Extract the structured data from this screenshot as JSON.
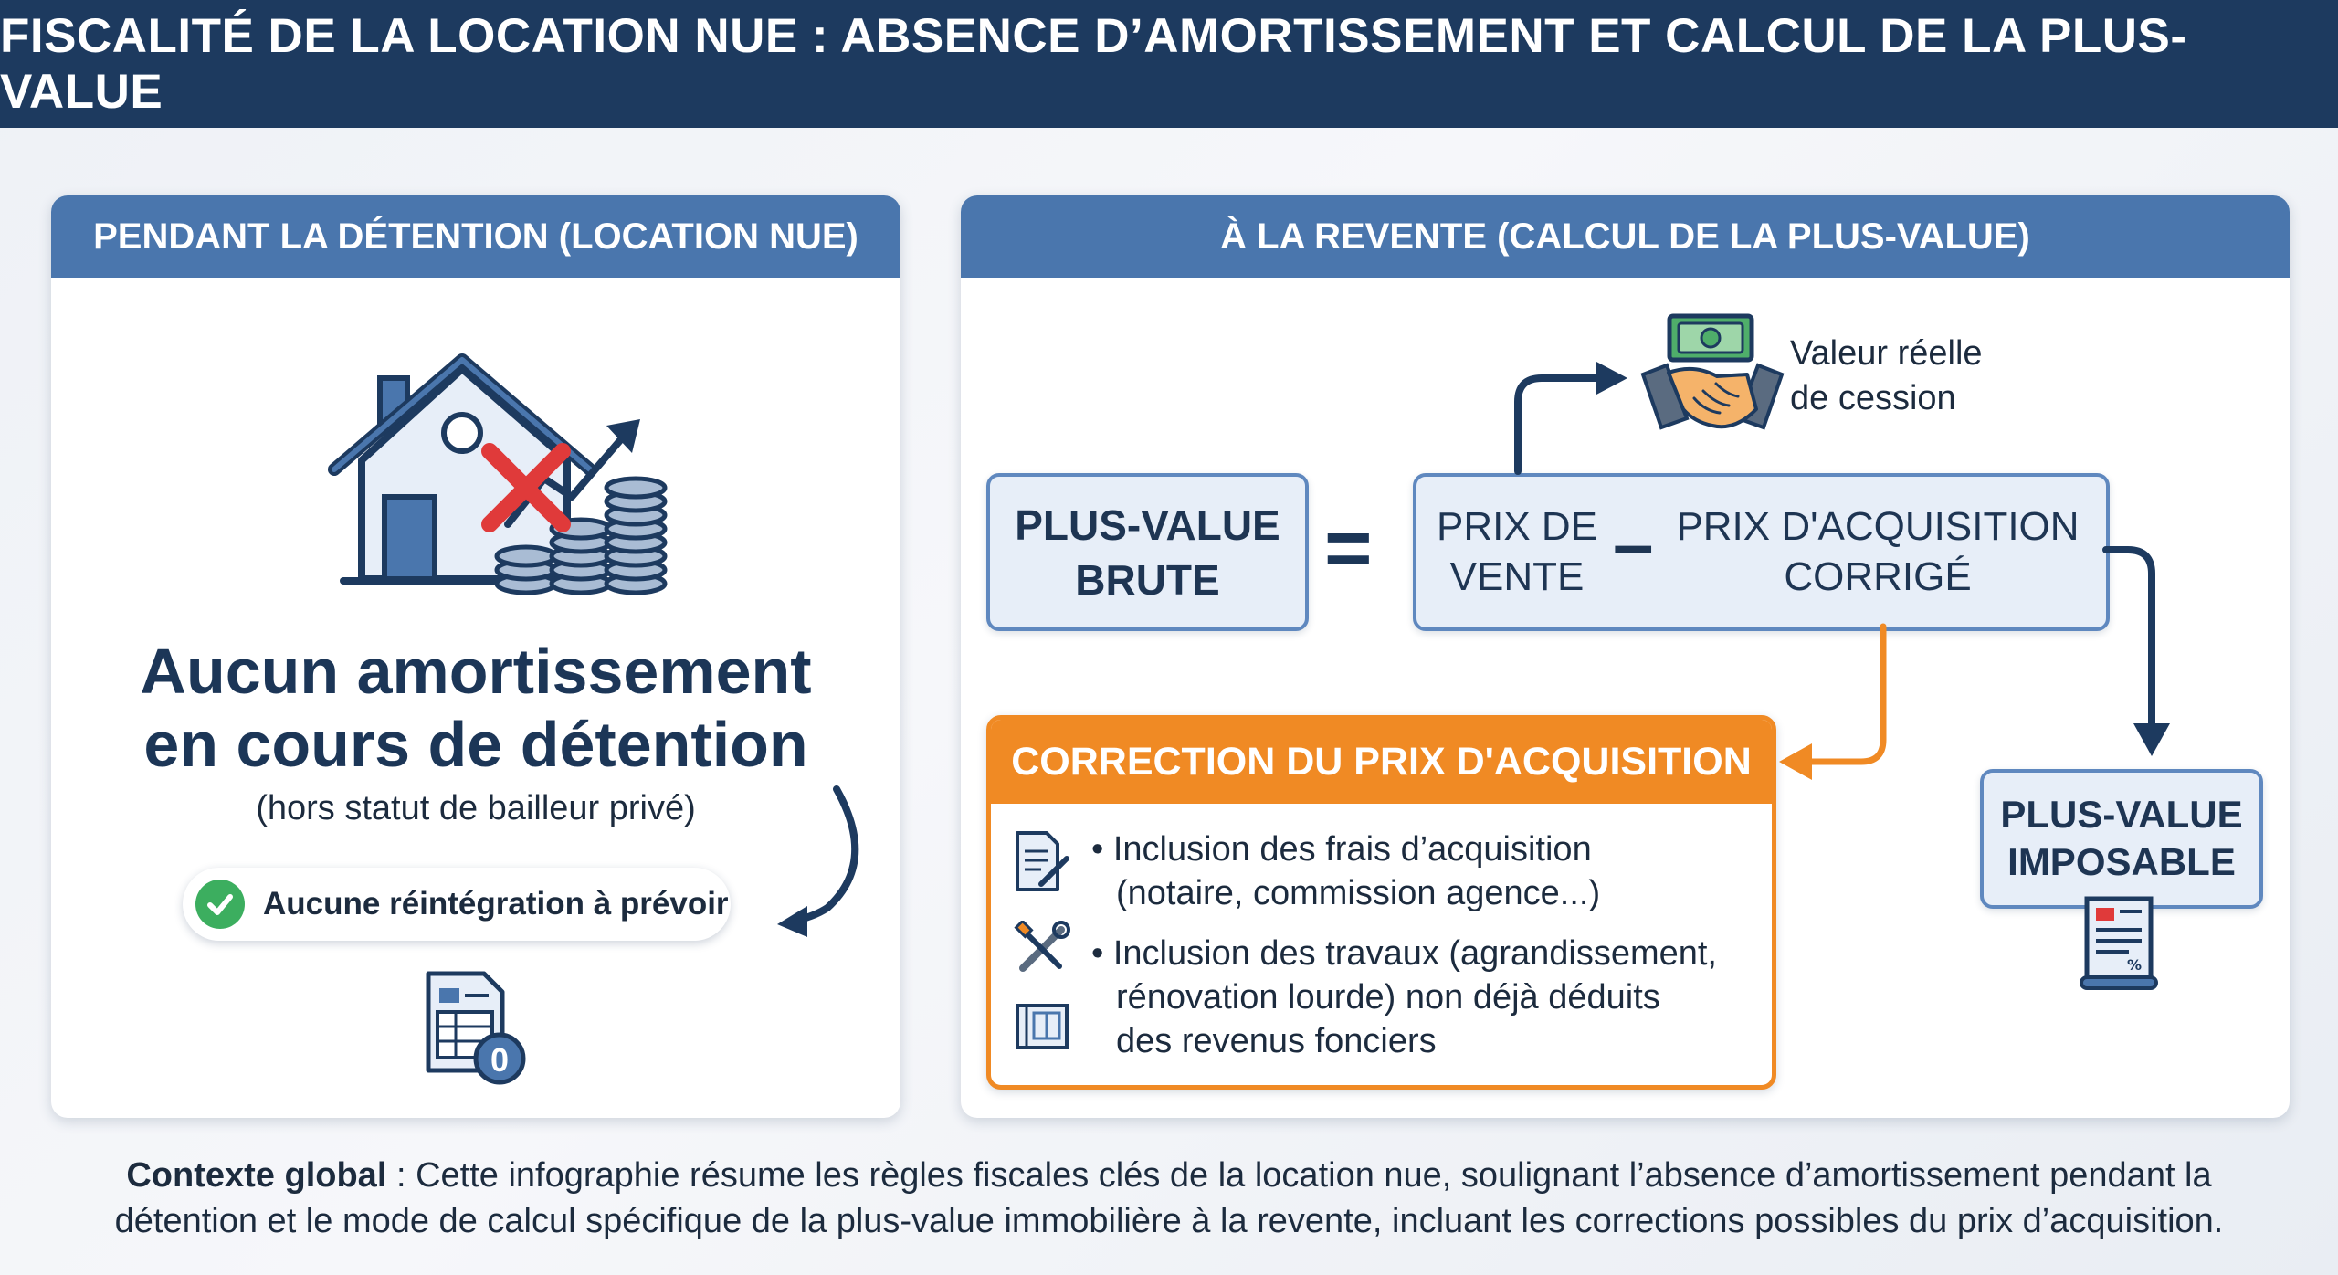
{
  "title": "FISCALITÉ DE LA LOCATION NUE : ABSENCE D’AMORTISSEMENT ET CALCUL DE LA PLUS-VALUE",
  "left_panel": {
    "header": "PENDANT LA DÉTENTION (LOCATION NUE)",
    "main_line1": "Aucun amortissement",
    "main_line2": "en cours de détention",
    "subtitle": "(hors statut de bailleur privé)",
    "pill_text": "Aucune réintégration à prévoir",
    "doc_badge": "0",
    "icons": [
      "house-no-depreciation-icon",
      "check-circle-icon",
      "document-zero-icon"
    ]
  },
  "right_panel": {
    "header": "À LA REVENTE (CALCUL DE LA PLUS-VALUE)",
    "sale_value_line1": "Valeur réelle",
    "sale_value_line2": "de cession",
    "pv_brute_line1": "PLUS-VALUE",
    "pv_brute_line2": "BRUTE",
    "equals": "=",
    "minus": "–",
    "prix_vente_line1": "PRIX DE",
    "prix_vente_line2": "VENTE",
    "prix_acq_line1": "PRIX D'ACQUISITION",
    "prix_acq_line2": "CORRIGÉ",
    "pv_imposable_line1": "PLUS-VALUE",
    "pv_imposable_line2": "IMPOSABLE",
    "correction": {
      "header": "CORRECTION DU PRIX D'ACQUISITION",
      "bullet1_line1": "• Inclusion des frais d’acquisition",
      "bullet1_line2": "(notaire, commission agence...)",
      "bullet2_line1": "• Inclusion des travaux (agrandissement,",
      "bullet2_line2": "rénovation lourde) non déjà déduits",
      "bullet2_line3": "des revenus fonciers"
    },
    "icons": [
      "handshake-money-icon",
      "document-pen-icon",
      "tools-icon",
      "blueprint-icon",
      "tax-document-icon"
    ]
  },
  "footer": {
    "bold": "Contexte global",
    "text1": " : Cette infographie résume les règles fiscales clés de la location nue, soulignant l’absence d’amortissement pendant la",
    "text2": "détention et le mode de calcul spécifique de la plus-value immobilière à la revente, incluant les corrections possibles du prix d’acquisition."
  },
  "colors": {
    "navy": "#1d3a5f",
    "panel_header": "#4a76ad",
    "orange": "#f08a24",
    "green": "#3cae5f",
    "red": "#e03a3a"
  }
}
